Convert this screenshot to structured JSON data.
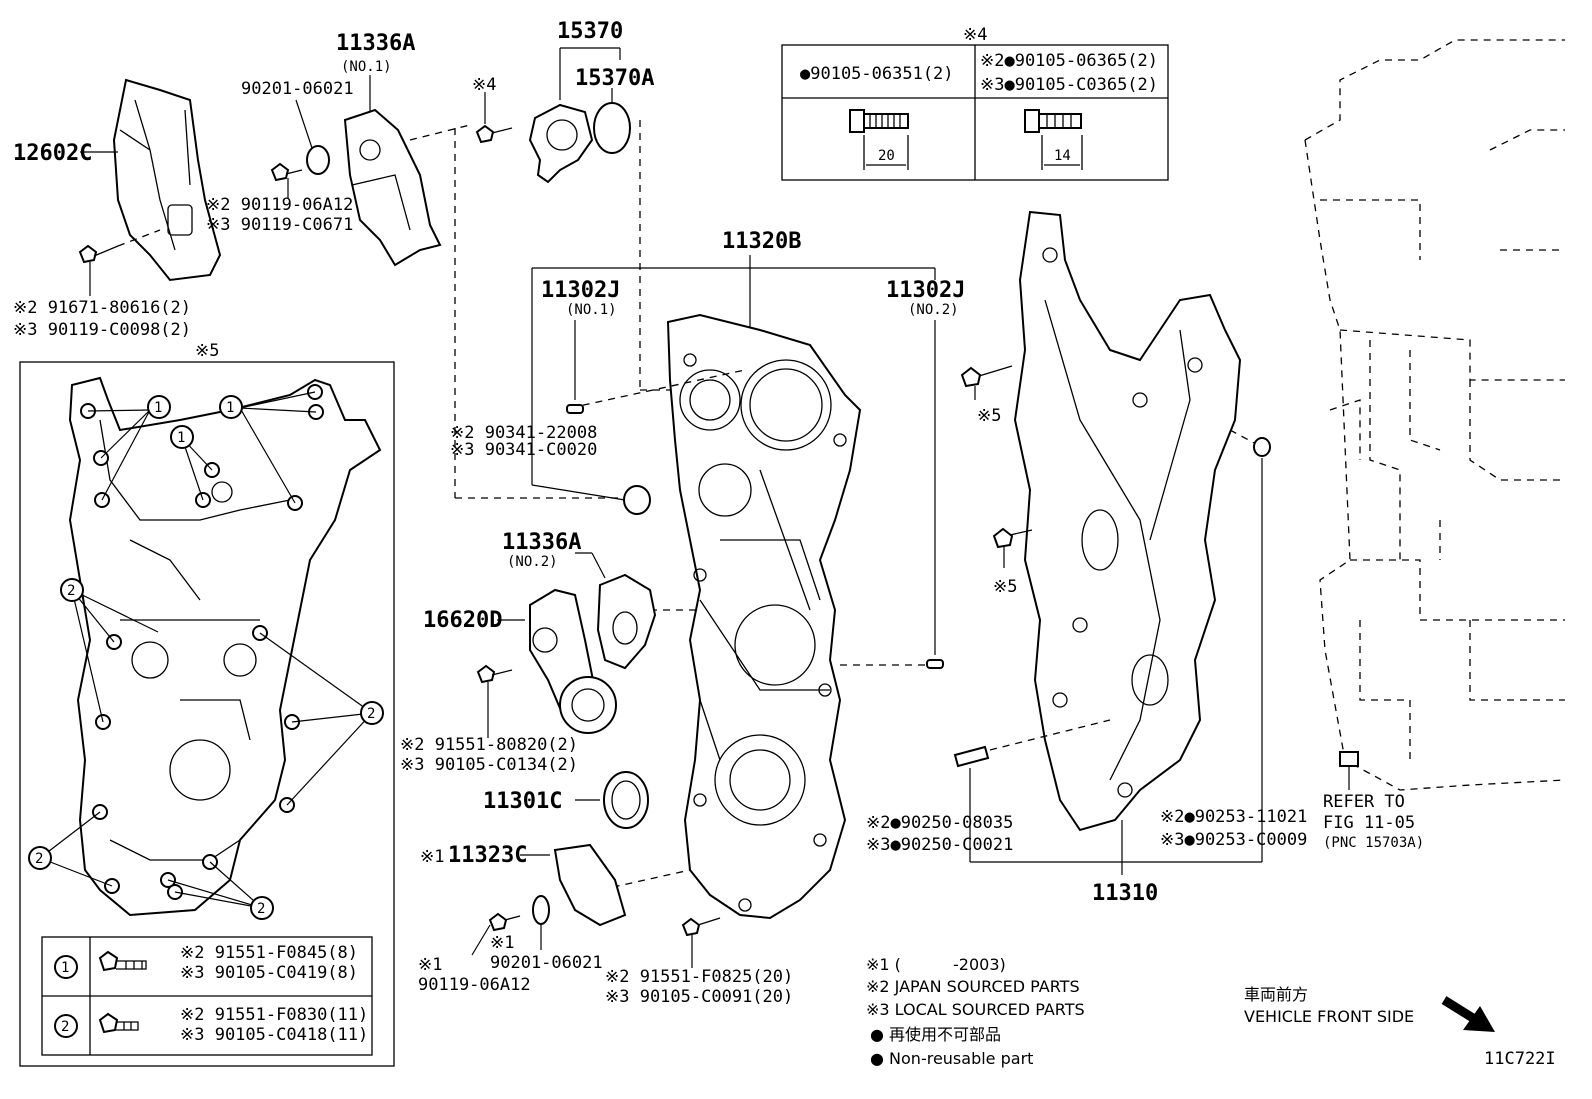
{
  "labels": {
    "p12602C": "12602C",
    "p11336A_1": "11336A",
    "p11336A_1_sub": "(NO.1)",
    "p90201_top": "90201-06021",
    "p90119_a": "※2 90119-06A12",
    "p90119_b": "※3 90119-C0671",
    "p91671_a": "※2 91671-80616(2)",
    "p91671_b": "※3 90119-C0098(2)",
    "ref4_small": "※4",
    "p15370": "15370",
    "p15370A": "15370A",
    "p11320B": "11320B",
    "p11302J_1": "11302J",
    "p11302J_1_sub": "(NO.1)",
    "p11302J_2": "11302J",
    "p11302J_2_sub": "(NO.2)",
    "p90341_a": "※2 90341-22008",
    "p90341_b": "※3 90341-C0020",
    "p11336A_2": "11336A",
    "p11336A_2_sub": "(NO.2)",
    "p16620D": "16620D",
    "p91551_a": "※2 91551-80820(2)",
    "p91551_b": "※3 90105-C0134(2)",
    "p11301C": "11301C",
    "p11323C": "11323C",
    "p11323C_prefix": "※1",
    "p90119_c_prefix": "※1",
    "p90119_c": "90119-06A12",
    "p90201_bot_prefix": "※1",
    "p90201_bot": "90201-06021",
    "p91551F_a": "※2 91551-F0825(20)",
    "p91551F_b": "※3 90105-C0091(20)",
    "ref5_a": "※5",
    "ref5_b": "※5",
    "p90250_a": "※2●90250-08035",
    "p90250_b": "※3●90250-C0021",
    "p11310": "11310",
    "p90253_a": "※2●90253-11021",
    "p90253_b": "※3●90253-C0009",
    "refer_1": "REFER TO",
    "refer_2": "FIG 11-05",
    "refer_3": "(PNC 15703A)",
    "box5_title": "※5",
    "diagram_id": "11C722I"
  },
  "table4": {
    "title": "※4",
    "left": "●90105-06351(2)",
    "right_a": "※2●90105-06365(2)",
    "right_b": "※3●90105-C0365(2)",
    "dim_left": "20",
    "dim_right": "14"
  },
  "box5": {
    "callouts": [
      "1",
      "1",
      "1",
      "2",
      "2",
      "2",
      "2"
    ],
    "row1_num": "1",
    "row1_a": "※2 91551-F0845(8)",
    "row1_b": "※3 90105-C0419(8)",
    "row2_num": "2",
    "row2_a": "※2 91551-F0830(11)",
    "row2_b": "※3 90105-C0418(11)"
  },
  "legend": {
    "l1_mark": "※1 (",
    "l1_value": "-2003)",
    "l2": "※2 JAPAN SOURCED PARTS",
    "l3": "※3 LOCAL SOURCED PARTS",
    "l4": "● 再使用不可部品",
    "l5": "● Non-reusable part"
  },
  "front": {
    "jp": "車両前方",
    "en": "VEHICLE FRONT SIDE"
  }
}
